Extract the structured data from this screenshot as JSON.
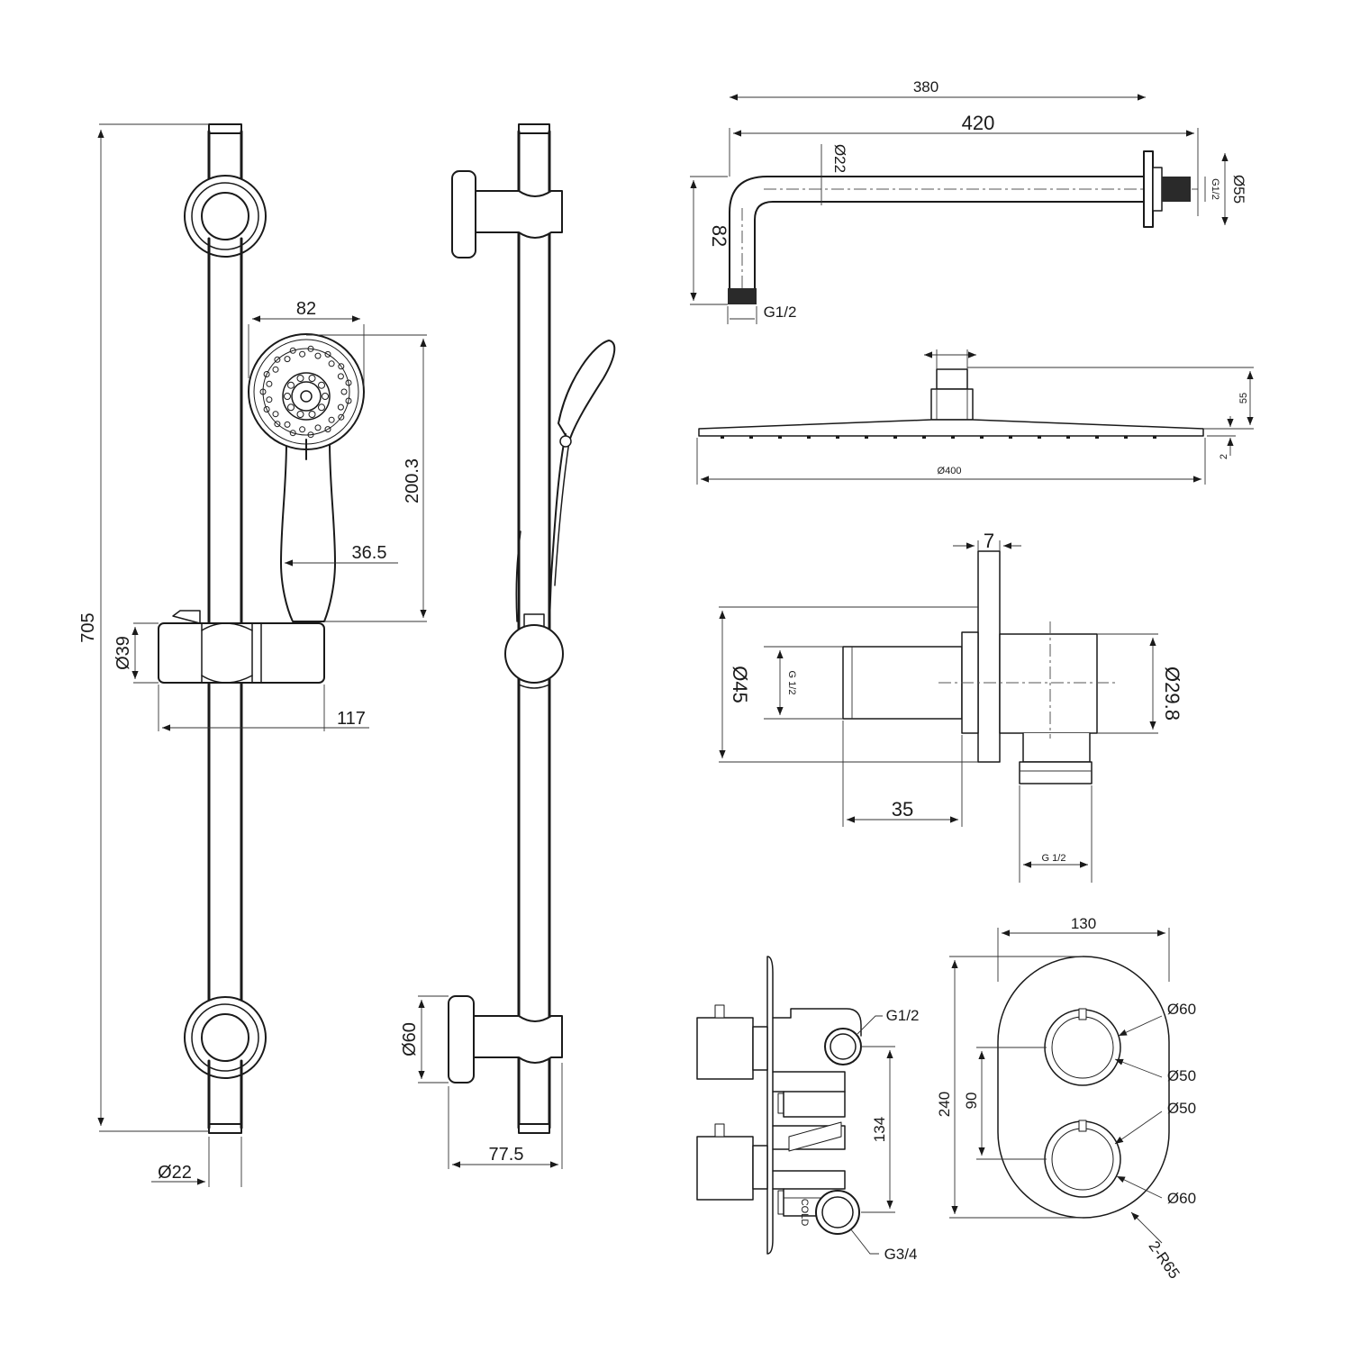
{
  "rail_front": {
    "height": "705",
    "bracket_dia": "Ø39",
    "rail_dia": "Ø22",
    "holder_width": "117",
    "handset_width": "82",
    "handset_length": "200.3",
    "handle_dia": "36.5"
  },
  "rail_side": {
    "bracket_dia": "Ø60",
    "projection": "77.5"
  },
  "shower_arm": {
    "overall_length": "420",
    "inner_length": "380",
    "tube_dia": "Ø22",
    "drop": "82",
    "flange_dia": "Ø55",
    "wall_thread": "G1/2",
    "outlet_thread": "G1/2"
  },
  "shower_head": {
    "diameter": "Ø400",
    "height": "55",
    "thickness": "2"
  },
  "wall_outlet": {
    "plate_thickness": "7",
    "plate_dia": "Ø45",
    "thread_inlet": "G 1/2",
    "body_dia": "Ø29.8",
    "inlet_length": "35",
    "thread_outlet": "G 1/2"
  },
  "valve_side": {
    "outlet_thread": "G1/2",
    "inlet_spacing": "134",
    "inlet_thread": "G3/4",
    "stamp": "COLD"
  },
  "valve_front": {
    "width": "130",
    "height": "240",
    "knob_spacing": "90",
    "dia_outer_top": "Ø60",
    "dia_inner_top": "Ø50",
    "dia_inner_bottom": "Ø50",
    "dia_outer_bottom": "Ø60",
    "radius": "2-R65"
  }
}
